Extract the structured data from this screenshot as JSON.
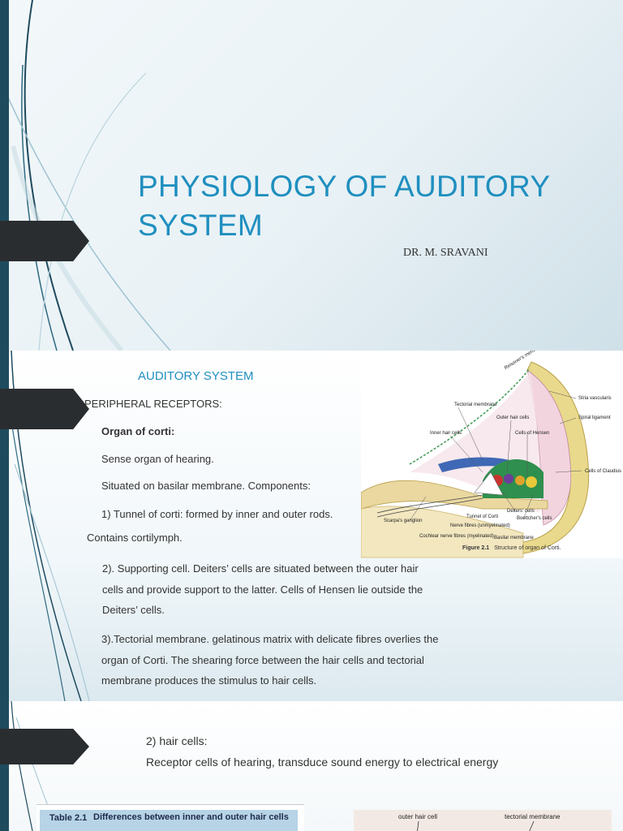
{
  "slide1": {
    "title": "PHYSIOLOGY OF AUDITORY SYSTEM",
    "subtitle": "DR. M. SRAVANI"
  },
  "slide2": {
    "heading": "AUDITORY SYSTEM",
    "lead": "PERIPHERAL RECEPTORS:",
    "bullet_marker": "",
    "bullets": [
      "Organ of corti:",
      "Sense organ of hearing.",
      "Situated on basilar membrane. Components:",
      "1) Tunnel of corti: formed by inner and outer rods.",
      "2). Supporting cell. Deiters’ cells are situated between the outer hair cells and provide support to the latter. Cells of Hensen lie outside the Deiters’ cells.",
      "3).Tectorial membrane. gelatinous matrix with delicate fibres overlies the organ of Corti. The shearing force between the hair cells and tectorial membrane produces the stimulus to hair cells."
    ],
    "continuation": "Contains cortilymph.",
    "figure": {
      "caption_label": "Figure 2.1",
      "caption_text": "Structure of organ of Corti.",
      "labels": {
        "reissner": "Reissner's membrane",
        "stria": "Stria vascularis",
        "spiral_ligament": "Spiral ligament",
        "tectorial": "Tectorial membrane",
        "outer_hair": "Outer hair cells",
        "inner_hair": "Inner hair cells",
        "hensen": "Cells of Hensen",
        "claudius": "Cells of Claudius",
        "scarpa": "Scarpa's ganglion",
        "tunnel": "Tunnel of Corti",
        "deiters": "Deiters' cells",
        "boettcher": "Boettcher's cells",
        "nerve_unmy": "Nerve fibres (unmyelinated)",
        "nerve_my": "Cochlear nerve fibres (myelinated)",
        "basilar": "Basilar membrane"
      }
    }
  },
  "slide3": {
    "bullets": [
      "2) hair cells:",
      "Receptor cells of hearing, transduce sound energy to electrical energy"
    ],
    "table": {
      "number": "Table 2.1",
      "title": "Differences between inner and outer hair cells"
    },
    "figure_labels": {
      "outer_hair": "outer hair cell",
      "tectorial": "tectorial membrane"
    }
  }
}
